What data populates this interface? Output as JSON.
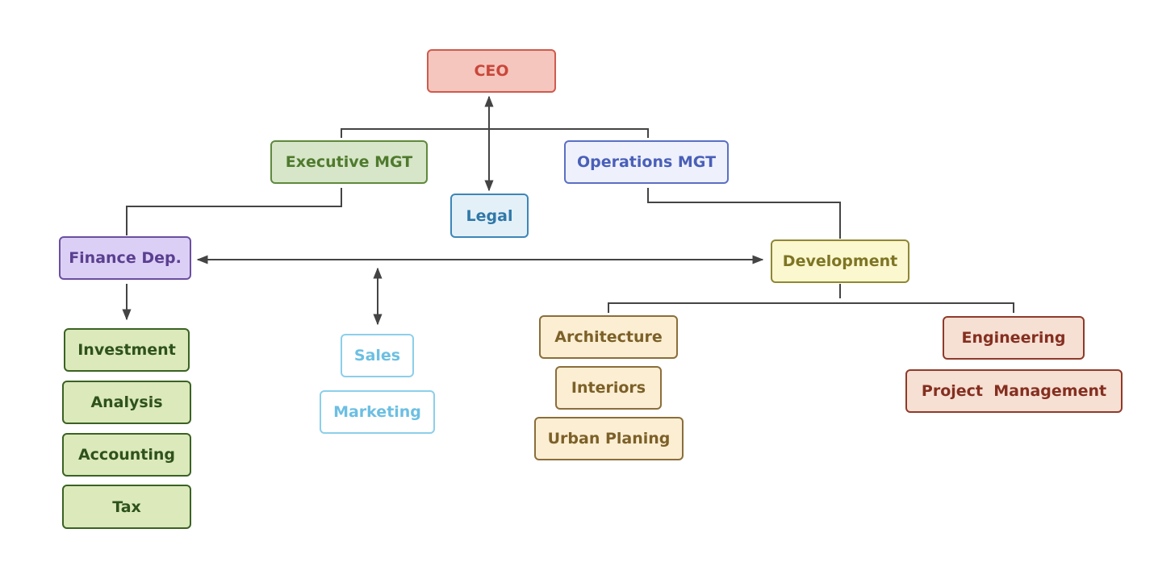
{
  "chart": {
    "ceo": "CEO",
    "executive_mgt": "Executive MGT",
    "operations_mgt": "Operations MGT",
    "legal": "Legal",
    "finance_dep": "Finance Dep.",
    "development": "Development",
    "finance_units": [
      "Investment",
      "Analysis",
      "Accounting",
      "Tax"
    ],
    "sales_units": [
      "Sales",
      "Marketing"
    ],
    "development_design": [
      "Architecture",
      "Interiors",
      "Urban Planing"
    ],
    "development_engineering": [
      "Engineering",
      "Project  Management"
    ]
  },
  "colors": {
    "line": "#444444",
    "ceo": "#f5c6bd",
    "executive": "#d7e6c8",
    "operations": "#eef1fc",
    "legal": "#e4f0f8",
    "finance": "#dccff6",
    "development": "#fbf7cf",
    "finance_units": "#dbe9bb",
    "sales_units": "#ffffff",
    "design_units": "#fbeed3",
    "engineering_units": "#f6dfd3"
  }
}
